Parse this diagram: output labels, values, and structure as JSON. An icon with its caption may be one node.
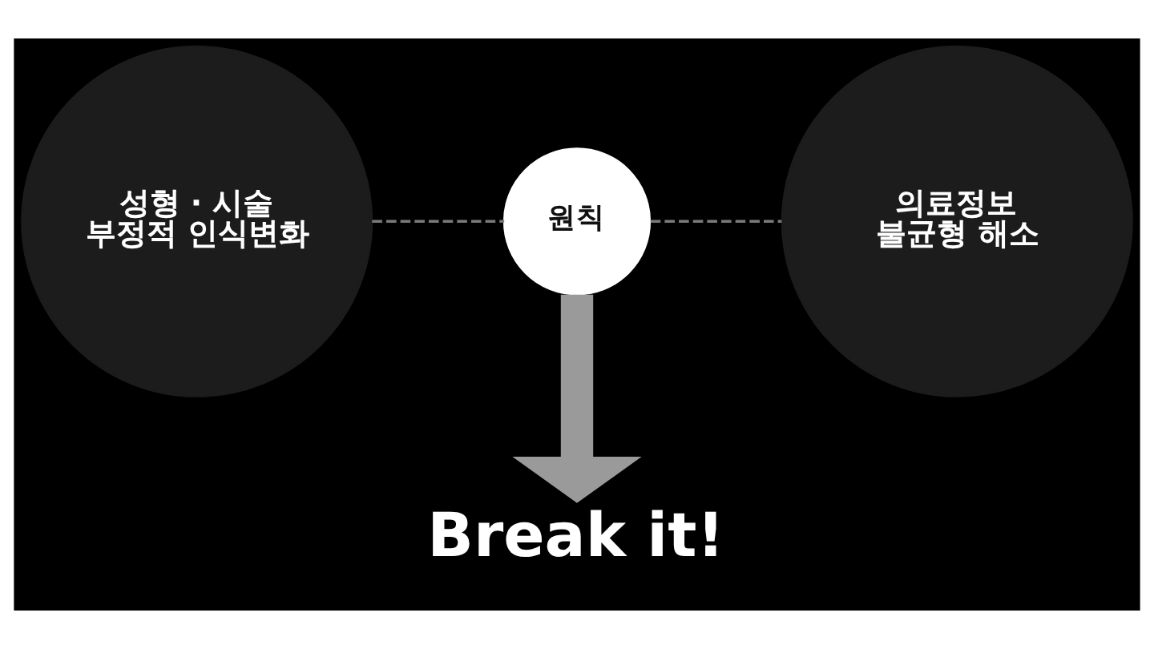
{
  "diagram": {
    "nodes": [
      {
        "text": [
          "성형 · 시술 부정적 인식변화"
        ]
      },
      {
        "text": [
          "원칙"
        ]
      },
      {
        "text": [
          "의료정보 불균형 해소"
        ]
      },
      {
        "text": [
          "Break it!"
        ]
      }
    ],
    "edges": [
      {
        "from": 0,
        "to": 1,
        "arrow": "none",
        "style": "dashed"
      },
      {
        "from": 1,
        "to": 2,
        "arrow": "none",
        "style": "dashed"
      },
      {
        "from": 1,
        "to": 3,
        "arrow": "to",
        "style": "thick",
        "color": "#9a9a9a"
      }
    ]
  }
}
